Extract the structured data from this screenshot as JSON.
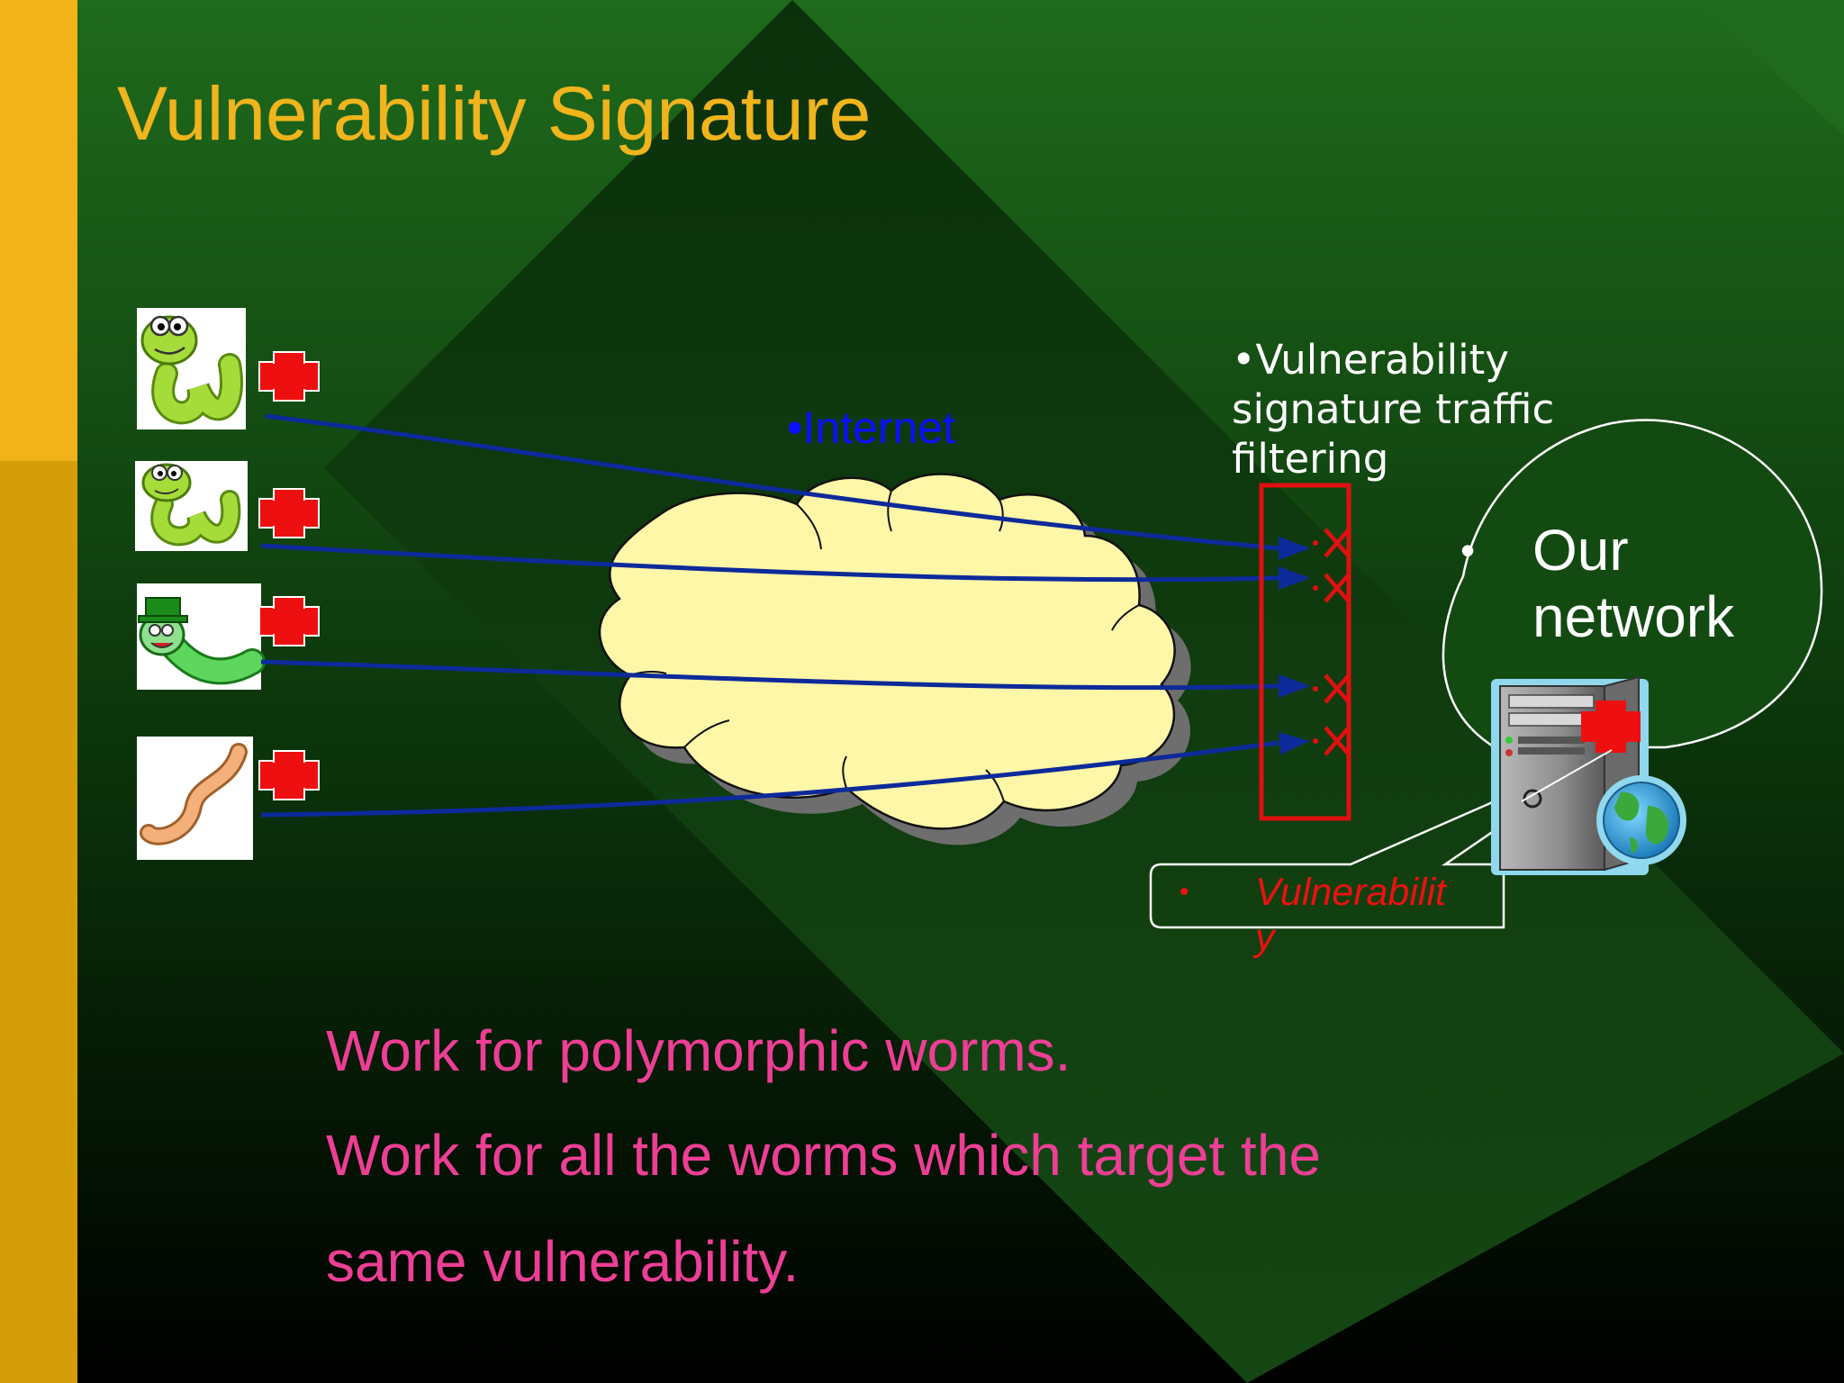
{
  "slide": {
    "title": "Vulnerability Signature",
    "internet_label": "•Internet",
    "filter_label": "•Vulnerability signature traffic filtering",
    "network": {
      "bullet": "•",
      "label": "Our network"
    },
    "vulnerability": {
      "bullet": "•",
      "label": "Vulnerability"
    },
    "body_lines": [
      "Work for polymorphic worms.",
      "Work for all the worms which target the",
      "same vulnerability."
    ]
  },
  "icons": [
    "worm-with-glasses-icon",
    "worm-with-glasses-icon",
    "leprechaun-worm-icon",
    "plain-worm-icon",
    "red-cross-icon",
    "blocked-x-icon",
    "server-computer-icon",
    "globe-icon",
    "cloud-icon"
  ],
  "colors": {
    "title": "#f0b41c",
    "internet_label": "#0a10ff",
    "body_text": "#ee3e96",
    "vulnerability_text": "#ee1010",
    "arrow": "#0d2a9a",
    "filter_box": "#e01010",
    "cloud_fill": "#fff7a8",
    "background_green": "#0f3d0f",
    "sidebar_gold": "#f2b21a"
  }
}
